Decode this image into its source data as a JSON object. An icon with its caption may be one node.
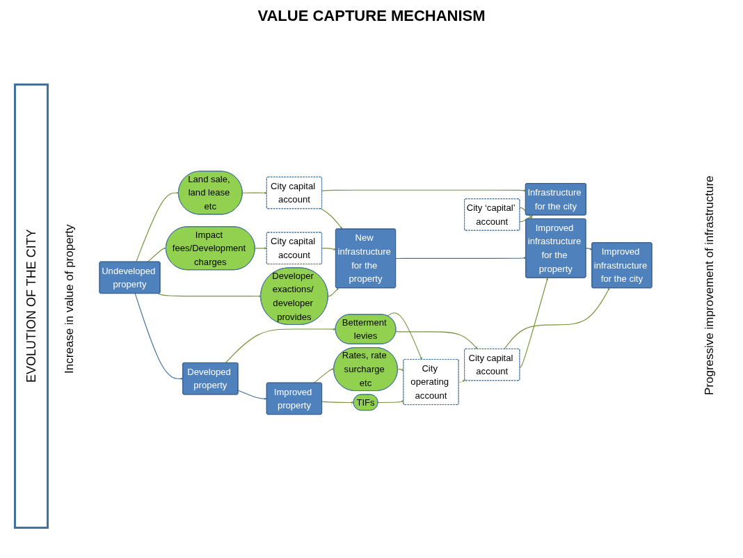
{
  "diagram": {
    "title": "VALUE CAPTURE MECHANISM",
    "nodes": [
      {
        "text": [
          "Improved property"
        ]
      },
      {
        "text": [
          "Developed property"
        ]
      },
      {
        "text": [
          "Undeveloped property"
        ]
      },
      {
        "text": [
          "Rates, rate surcharge etc"
        ]
      },
      {
        "text": [
          "TIFs"
        ]
      },
      {
        "text": [
          "Betterment levies"
        ]
      },
      {
        "text": [
          "Land sale, land lease etc"
        ]
      },
      {
        "text": [
          "Impact fees/Development charges"
        ]
      },
      {
        "text": [
          "Developer exactions/ developer provides"
        ]
      },
      {
        "text": [
          "City operating account"
        ]
      },
      {
        "text": [
          "City capital account"
        ]
      },
      {
        "text": [
          "City ‘capital’ account"
        ]
      },
      {
        "text": [
          "City capital account"
        ]
      },
      {
        "text": [
          "City capital account"
        ]
      },
      {
        "text": [
          "Improved infrastructure for the city"
        ]
      },
      {
        "text": [
          "Improved infrastructure for the property"
        ]
      },
      {
        "text": [
          "Infrastructure for the city"
        ]
      },
      {
        "text": [
          "New infrastructure for the property"
        ]
      }
    ],
    "edges": [
      {
        "from": 0,
        "to": 3,
        "arrow": "to"
      },
      {
        "from": 0,
        "to": 4,
        "arrow": "to"
      },
      {
        "from": 1,
        "to": 5,
        "arrow": "to"
      },
      {
        "from": 2,
        "to": 6,
        "arrow": "to"
      },
      {
        "from": 2,
        "to": 7,
        "arrow": "to"
      },
      {
        "from": 2,
        "to": 8,
        "arrow": "to"
      },
      {
        "from": 3,
        "to": 9,
        "arrow": "to"
      },
      {
        "from": 4,
        "to": 9,
        "arrow": "to"
      },
      {
        "from": 5,
        "to": 9,
        "arrow": "to"
      },
      {
        "from": 5,
        "to": 10,
        "arrow": "to"
      },
      {
        "from": 9,
        "to": 10,
        "arrow": "to",
        "style": "dashed"
      },
      {
        "from": 6,
        "to": 12,
        "arrow": "to"
      },
      {
        "from": 7,
        "to": 13,
        "arrow": "to"
      },
      {
        "from": 10,
        "to": 14,
        "arrow": "to"
      },
      {
        "from": 10,
        "to": 15,
        "arrow": "to"
      },
      {
        "from": 11,
        "to": 15,
        "arrow": "to"
      },
      {
        "from": 11,
        "to": 16,
        "arrow": "to"
      },
      {
        "from": 12,
        "to": 16,
        "arrow": "to"
      },
      {
        "from": 12,
        "to": 17,
        "arrow": "to"
      },
      {
        "from": 13,
        "to": 17,
        "arrow": "to"
      },
      {
        "from": 8,
        "to": 17,
        "arrow": "to"
      },
      {
        "from": 2,
        "to": 1,
        "arrow": "to",
        "color": "#41719c"
      },
      {
        "from": 1,
        "to": 0,
        "arrow": "to",
        "color": "#41719c"
      },
      {
        "from": 17,
        "to": 15,
        "arrow": "to",
        "color": "#41719c"
      },
      {
        "from": 15,
        "to": 14,
        "arrow": "to",
        "color": "#41719c"
      }
    ],
    "labels": [
      "EVOLUTION OF THE CITY",
      "Increase in value of property",
      "Progressive improvement of infrastructure"
    ]
  }
}
